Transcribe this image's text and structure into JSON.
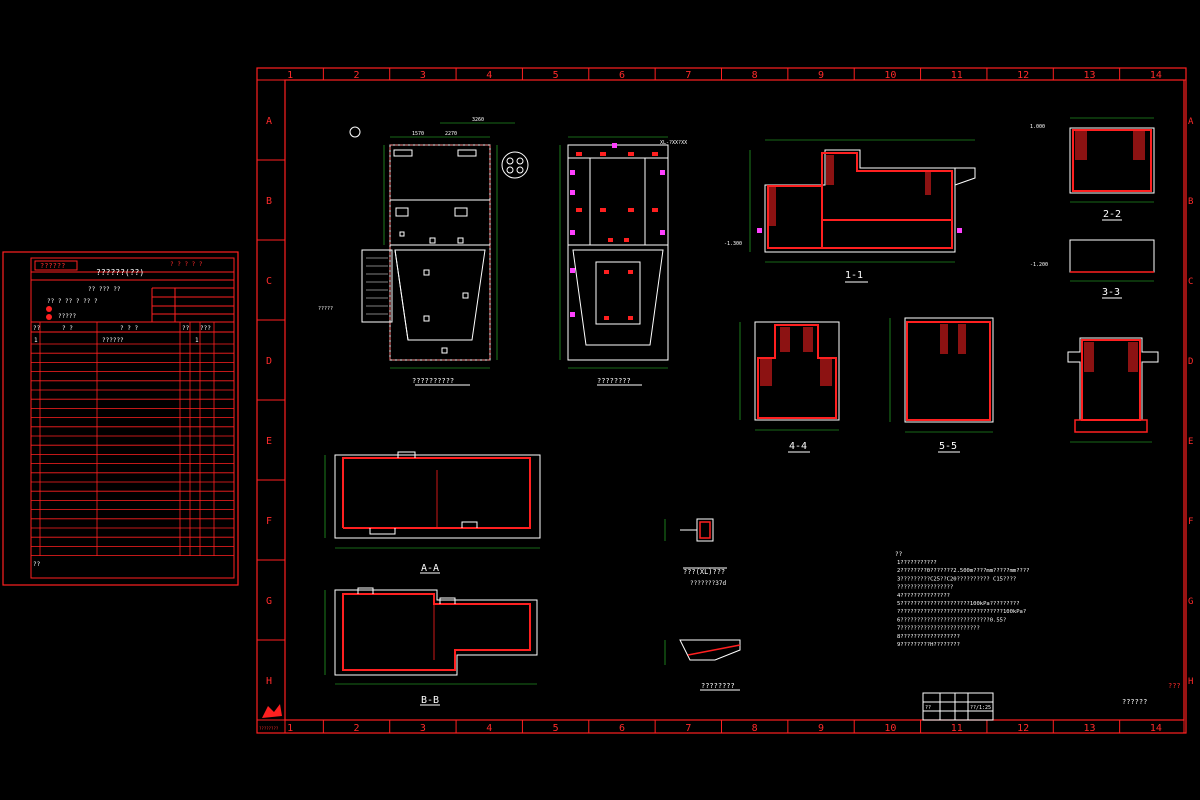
{
  "frame": {
    "columns": [
      "1",
      "2",
      "3",
      "4",
      "5",
      "6",
      "7",
      "8",
      "9",
      "10",
      "11",
      "12",
      "13",
      "14"
    ],
    "rows": [
      "A",
      "B",
      "C",
      "D",
      "E",
      "F",
      "G",
      "H"
    ]
  },
  "left_sheet": {
    "header_label": "??????",
    "header_title": "??????(??)",
    "header_small": "? ? ? ? ?",
    "row_two": "?? ??? ??",
    "row_three": "?? ? ?? ? ?? ?",
    "row_four": "?????",
    "col_headers": [
      "??",
      "? ?",
      "? ? ?",
      "??",
      "???"
    ],
    "first_row": [
      "1",
      "??????",
      "1"
    ],
    "footer": "??"
  },
  "drawings": {
    "plan_1_title": "??????????",
    "plan_2_title": "????????",
    "sec_1_1": "1-1",
    "sec_2_2": "2-2",
    "sec_3_3": "3-3",
    "sec_4_4": "4-4",
    "sec_5_5": "5-5",
    "sec_a_a": "A-A",
    "sec_b_b": "B-B",
    "detail_1_title": "???(XL)???",
    "detail_1_sub": "???????37d",
    "detail_2_title": "????????",
    "plan_note": "??????",
    "plan_note_2": "?????",
    "beam_note": "XL-?XX?XX",
    "dim_1": "1570",
    "dim_2": "2270",
    "dim_3": "3260",
    "elev_1": "-1.300",
    "elev_2": "-1.200",
    "elev_3": "1.000"
  },
  "notes": {
    "heading": "??",
    "lines": [
      "1???????????",
      "2????????0???????2.500m????mm?????mm????",
      "3?????????C25??C20?????????? C15????",
      "  ?????????????????",
      "4???????????????",
      "5?????????????????????100kPa?????????",
      "  ????????????????????????????????100kPa?",
      "6???????????????????????????0.55?",
      "7????????????????????????",
      "8??????????????????",
      "9?????????H????????"
    ]
  },
  "title_block": {
    "stamp": "??",
    "drawing_no": "??",
    "sheet": "??",
    "code": "??/1:25",
    "project": "??????",
    "status": "???",
    "logo_caption": "????????",
    "corner_caption": "????????"
  }
}
